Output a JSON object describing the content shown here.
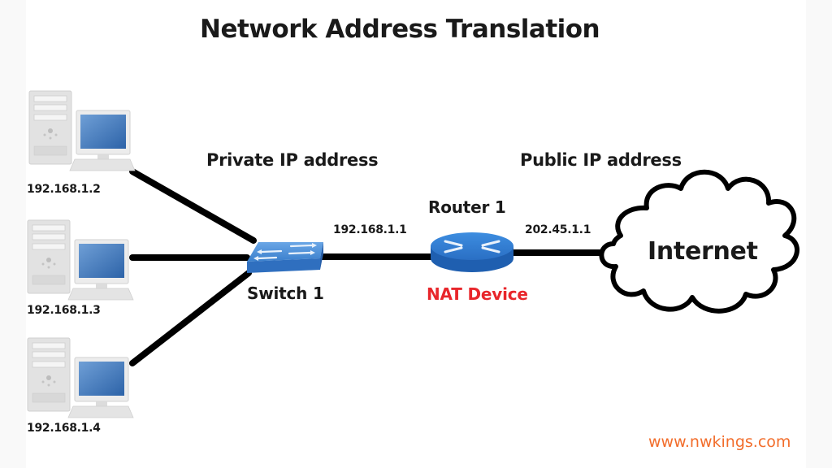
{
  "title": "Network Address Translation",
  "sections": {
    "private_label": "Private IP address",
    "public_label": "Public IP address"
  },
  "hosts": [
    {
      "ip": "192.168.1.2",
      "icon": "desktop-computer-icon"
    },
    {
      "ip": "192.168.1.3",
      "icon": "desktop-computer-icon"
    },
    {
      "ip": "192.168.1.4",
      "icon": "desktop-computer-icon"
    }
  ],
  "switch": {
    "label": "Switch 1",
    "icon": "network-switch-icon"
  },
  "router": {
    "label": "Router 1",
    "role_label": "NAT Device",
    "inside_ip": "192.168.1.1",
    "outside_ip": "202.45.1.1",
    "icon": "router-icon"
  },
  "internet": {
    "label": "Internet",
    "icon": "cloud-icon"
  },
  "brand": "www.nwkings.com",
  "colors": {
    "nat_label": "#e8262b",
    "device_blue": "#2f78c8",
    "brand_orange": "#f26d2b",
    "link": "#000000"
  }
}
